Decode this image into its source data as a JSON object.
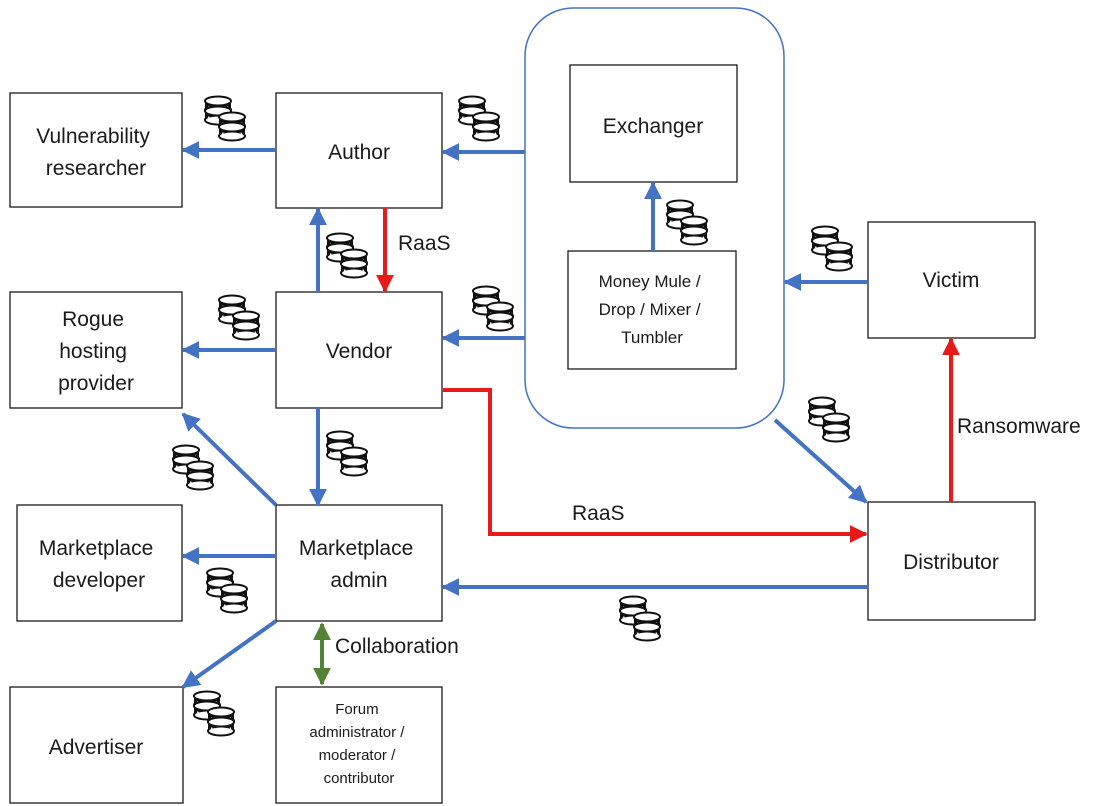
{
  "nodes": {
    "vulnerability_researcher": [
      "Vulnerability",
      "researcher"
    ],
    "author": [
      "Author"
    ],
    "exchanger": [
      "Exchanger"
    ],
    "money_mule": [
      "Money Mule /",
      "Drop / Mixer /",
      "Tumbler"
    ],
    "victim": [
      "Victim"
    ],
    "rogue_hosting": [
      "Rogue",
      "hosting",
      "provider"
    ],
    "vendor": [
      "Vendor"
    ],
    "marketplace_developer": [
      "Marketplace",
      "developer"
    ],
    "marketplace_admin": [
      "Marketplace",
      "admin"
    ],
    "distributor": [
      "Distributor"
    ],
    "advertiser": [
      "Advertiser"
    ],
    "forum": [
      "Forum",
      "administrator /",
      "moderator /",
      "contributor"
    ]
  },
  "edge_labels": {
    "raas_author_vendor": "RaaS",
    "raas_vendor_distributor": "RaaS",
    "ransomware": "Ransomware",
    "collaboration": "Collaboration"
  },
  "colors": {
    "payment_flow": "#4472c4",
    "raas_flow": "#e8191b",
    "collaboration_flow": "#548235",
    "box_border": "#1a1a1a",
    "group_border": "#4472c4"
  },
  "icons": {
    "coin": "coin-stack-icon"
  }
}
